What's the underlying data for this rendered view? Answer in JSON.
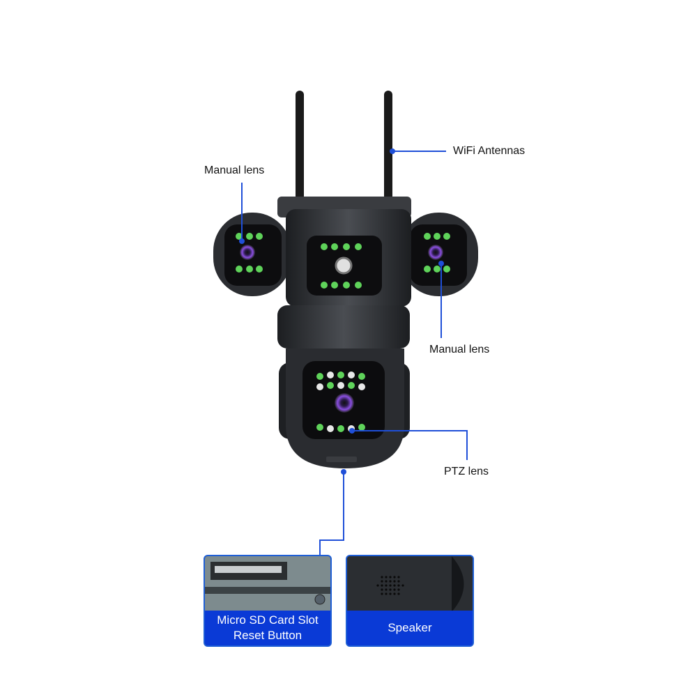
{
  "callouts": {
    "wifi": "WiFi Antennas",
    "manual_left": "Manual lens",
    "manual_right": "Manual lens",
    "ptz": "PTZ lens"
  },
  "panels": {
    "sd": {
      "line1": "Micro SD Card Slot",
      "line2": "Reset Button"
    },
    "speaker": {
      "label": "Speaker"
    }
  },
  "colors": {
    "leader": "#1f4fd8",
    "caption_bg": "#0a3ad6",
    "ir_led": "#5fd35a",
    "lens": "#7a3fc8"
  }
}
